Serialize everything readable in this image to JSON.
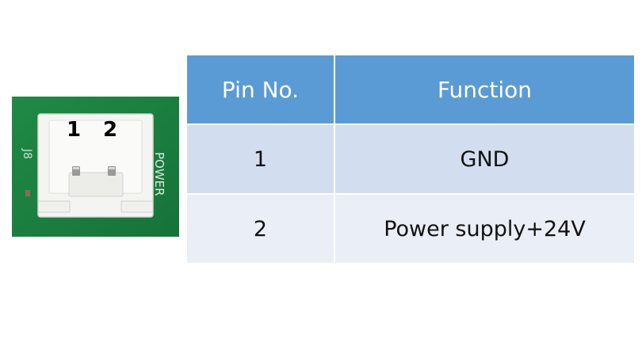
{
  "image": {
    "pin_labels": [
      "1",
      "2"
    ],
    "board_labels": {
      "connector_ref": "J8",
      "connector_name": "POWER"
    }
  },
  "table": {
    "headers": [
      "Pin No.",
      "Function"
    ],
    "rows": [
      {
        "pin": "1",
        "function": "GND"
      },
      {
        "pin": "2",
        "function": "Power supply+24V"
      }
    ]
  }
}
